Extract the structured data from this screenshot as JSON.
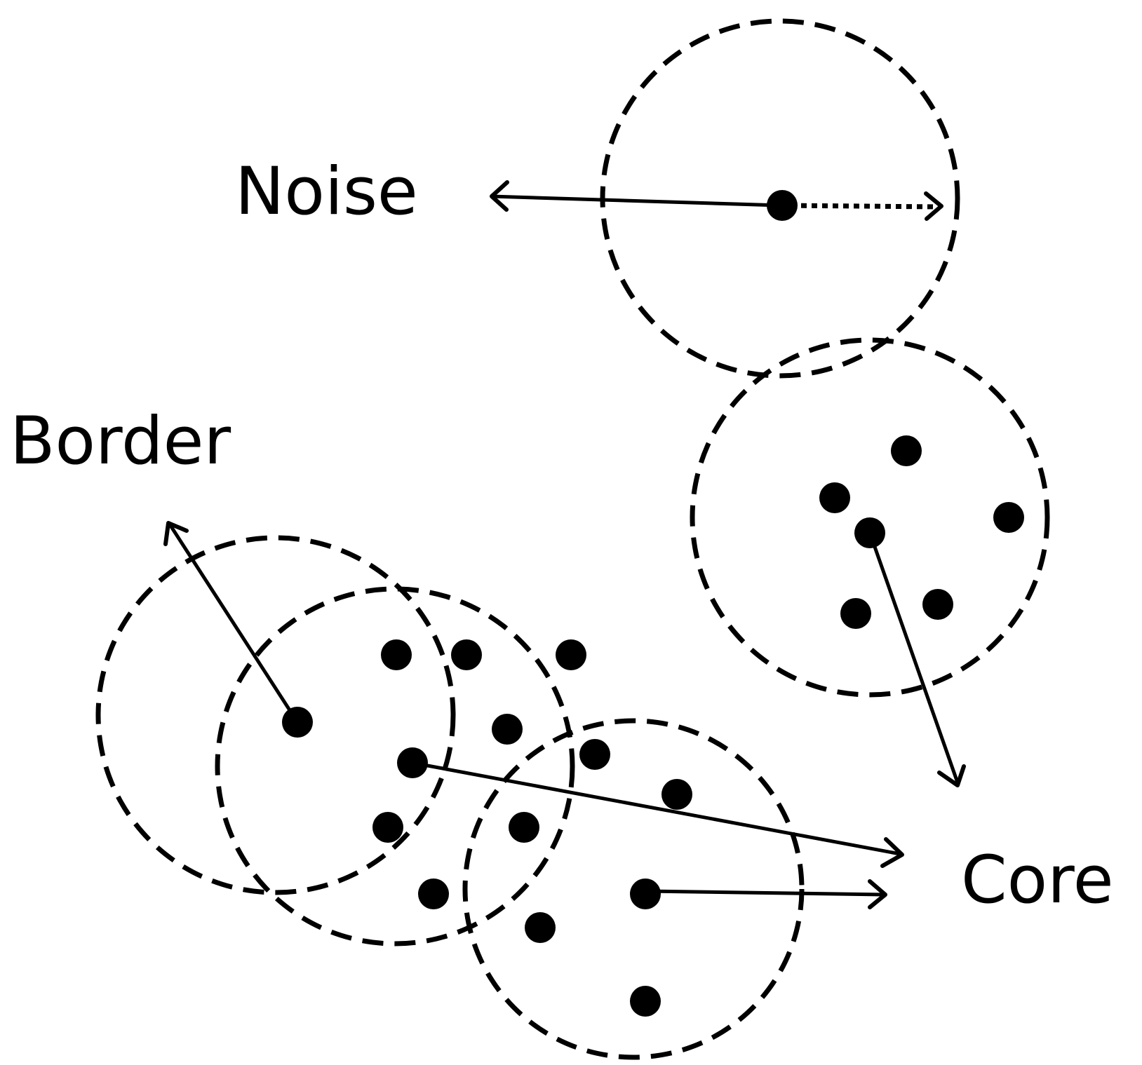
{
  "labels": {
    "noise": "Noise",
    "border": "Border",
    "core": "Core"
  },
  "colors": {
    "ink": "#000000",
    "background": "#ffffff"
  }
}
